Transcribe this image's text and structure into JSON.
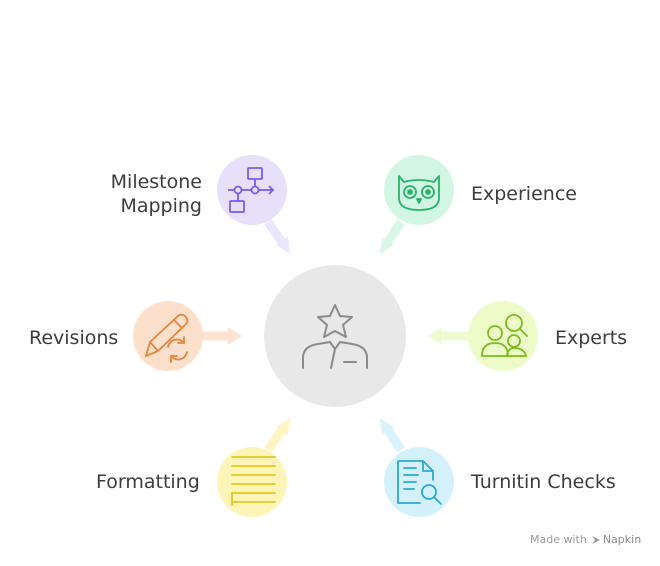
{
  "nodes": {
    "milestone": {
      "label_line1": "Milestone",
      "label_line2": "Mapping",
      "color": "#e6e0fb",
      "icon_color": "#7a5cf0"
    },
    "experience": {
      "label": "Experience",
      "color": "#d3f5e4",
      "icon_color": "#27b36a"
    },
    "revisions": {
      "label": "Revisions",
      "color": "#fde0cc",
      "icon_color": "#e8853a"
    },
    "experts": {
      "label": "Experts",
      "color": "#ecfbc8",
      "icon_color": "#7dbb1e"
    },
    "formatting": {
      "label": "Formatting",
      "color": "#fdf5b8",
      "icon_color": "#e6c520"
    },
    "turnitin": {
      "label": "Turnitin Checks",
      "color": "#d4f1fb",
      "icon_color": "#2aa8d8"
    }
  },
  "center": {
    "color": "#e8e8e8",
    "icon_color": "#8a8a8a"
  },
  "footer": {
    "made_with": "Made with",
    "brand": "Napkin"
  }
}
